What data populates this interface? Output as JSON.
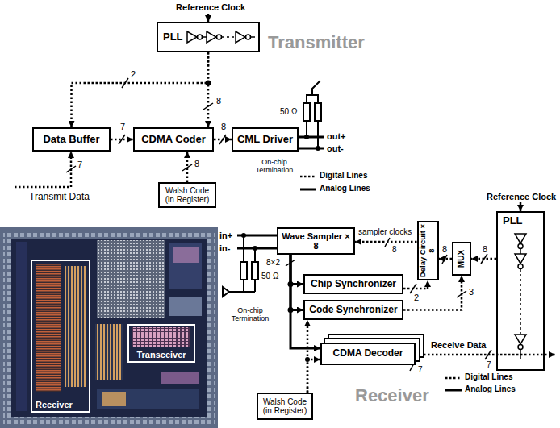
{
  "diagram": {
    "nodes": [
      {
        "text": [
          "PLL"
        ]
      },
      {
        "text": [
          "Data Buffer"
        ]
      },
      {
        "text": [
          "CDMA Coder"
        ]
      },
      {
        "text": [
          "CML Driver"
        ]
      },
      {
        "text": [
          "Walsh Code (in Register)"
        ]
      },
      {
        "text": [
          "Receiver"
        ]
      },
      {
        "text": [
          "Transceiver"
        ]
      },
      {
        "text": [
          "Wave Sampler × 8"
        ]
      },
      {
        "text": [
          "Delay Circuit × 8"
        ]
      },
      {
        "text": [
          "MUX"
        ]
      },
      {
        "text": [
          "PLL"
        ]
      },
      {
        "text": [
          "Chip Synchronizer"
        ]
      },
      {
        "text": [
          "Code Synchronizer"
        ]
      },
      {
        "text": [
          "CDMA Decoder"
        ]
      },
      {
        "text": [
          "Walsh Code (in Register)"
        ]
      }
    ],
    "edges": [
      {
        "from": 0,
        "to": 1,
        "arrow": "to",
        "label": "2"
      },
      {
        "from": 0,
        "to": 2,
        "arrow": "to",
        "label": "8"
      },
      {
        "from": 1,
        "to": 2,
        "arrow": "to",
        "label": "7"
      },
      {
        "from": 2,
        "to": 3,
        "arrow": "to",
        "label": "8"
      },
      {
        "from": 4,
        "to": 2,
        "arrow": "to",
        "label": "8"
      },
      {
        "from": 8,
        "to": 7,
        "arrow": "to",
        "label": "sampler clocks"
      },
      {
        "from": 9,
        "to": 8,
        "arrow": "to",
        "label": "8"
      },
      {
        "from": 10,
        "to": 9,
        "arrow": "to",
        "label": "8"
      },
      {
        "from": 11,
        "to": 8,
        "arrow": "to",
        "label": "2"
      },
      {
        "from": 12,
        "to": 9,
        "arrow": "to",
        "label": "3"
      },
      {
        "from": 7,
        "to": 11,
        "arrow": "to"
      },
      {
        "from": 7,
        "to": 12,
        "arrow": "to"
      },
      {
        "from": 7,
        "to": 13,
        "arrow": "to"
      },
      {
        "from": 14,
        "to": 12,
        "arrow": "to"
      },
      {
        "from": 14,
        "to": 13,
        "arrow": "to"
      }
    ],
    "labels": [
      "Reference Clock",
      "Transmitter",
      "Transmit Data",
      "7",
      "50 Ω",
      "out+",
      "out-",
      "On-chip Termination",
      "in+",
      "in-",
      "8",
      "8×2",
      "50 Ω",
      "On-chip Termination",
      "Reference Clock",
      "Receive Data",
      "7",
      "7",
      "Receiver"
    ],
    "legend": [
      {
        "text": "Digital Lines"
      },
      {
        "text": "Analog Lines"
      },
      {
        "text": "Digital Lines"
      },
      {
        "text": "Analog Lines"
      }
    ]
  }
}
